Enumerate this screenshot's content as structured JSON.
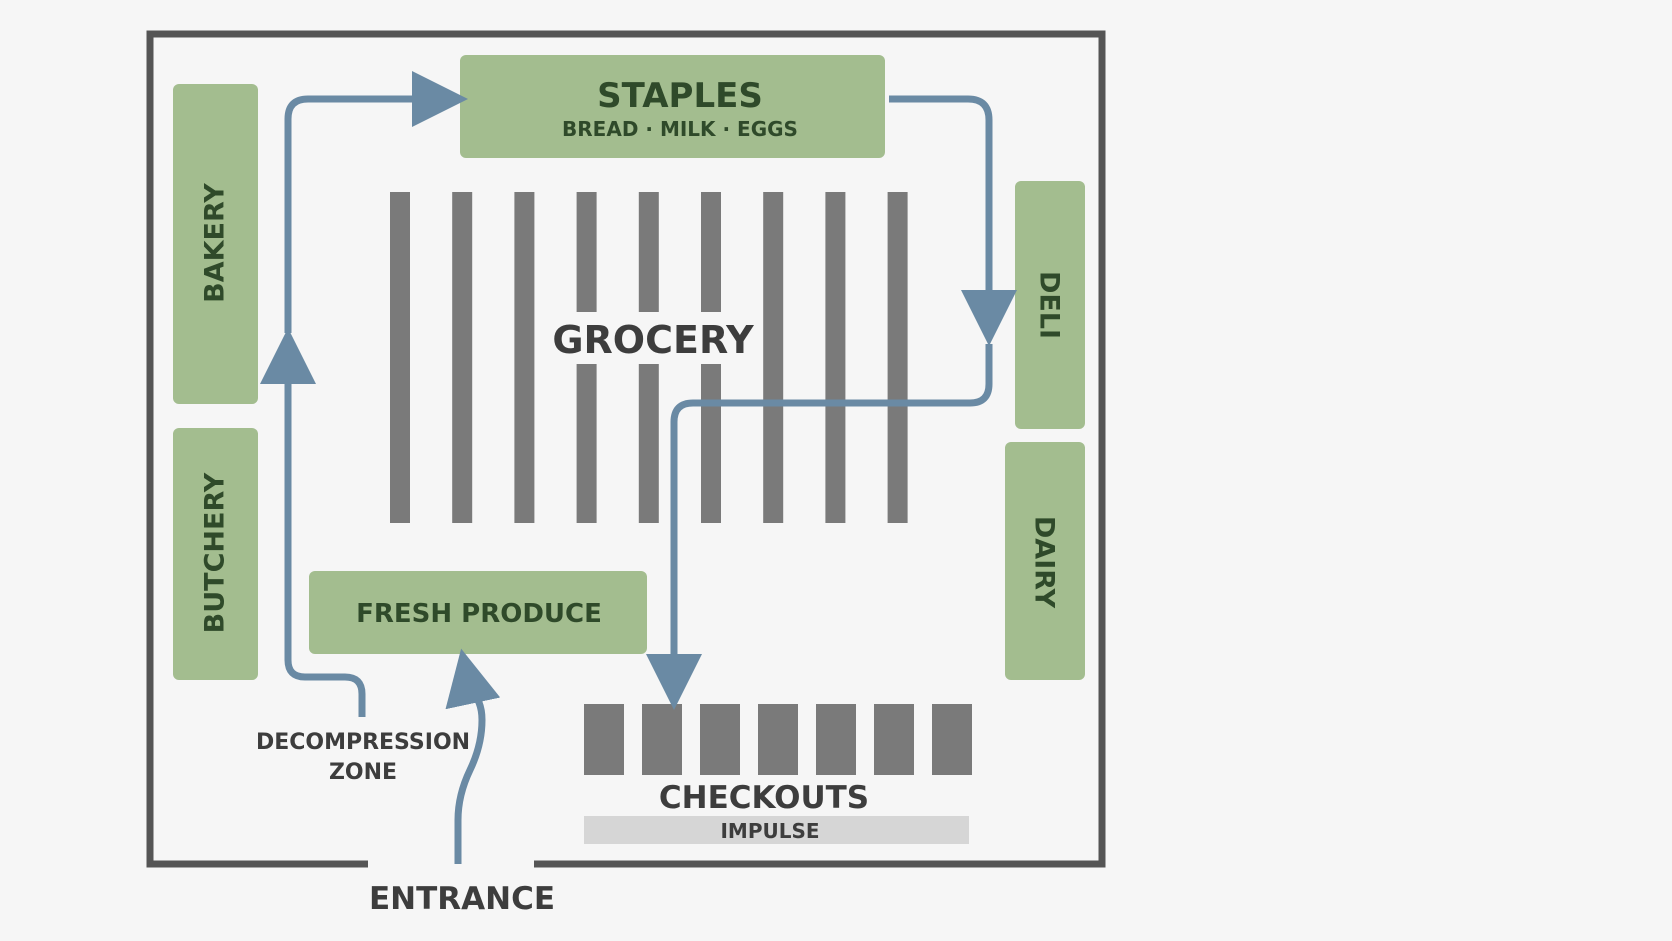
{
  "colors": {
    "wall": "#555555",
    "department_fill": "#a3bd8f",
    "department_text": "#2f4a2a",
    "aisle": "#7a7a7a",
    "flow_arrow": "#6a8aa4",
    "checkout": "#7a7a7a",
    "impulse_fill": "#d6d6d6",
    "label_text": "#3d3d3d",
    "background": "#f6f6f6"
  },
  "departments": {
    "staples": {
      "title": "STAPLES",
      "subtitle": "BREAD · MILK · EGGS"
    },
    "bakery": {
      "title": "BAKERY"
    },
    "butchery": {
      "title": "BUTCHERY"
    },
    "deli": {
      "title": "DELI"
    },
    "dairy": {
      "title": "DAIRY"
    },
    "fresh_produce": {
      "title": "FRESH PRODUCE"
    }
  },
  "grocery": {
    "label": "GROCERY",
    "aisle_count": 9
  },
  "checkouts": {
    "label": "CHECKOUTS",
    "lane_count": 7,
    "impulse_label": "IMPULSE"
  },
  "zones": {
    "decompression_line1": "DECOMPRESSION",
    "decompression_line2": "ZONE"
  },
  "entrance": {
    "label": "ENTRANCE"
  }
}
